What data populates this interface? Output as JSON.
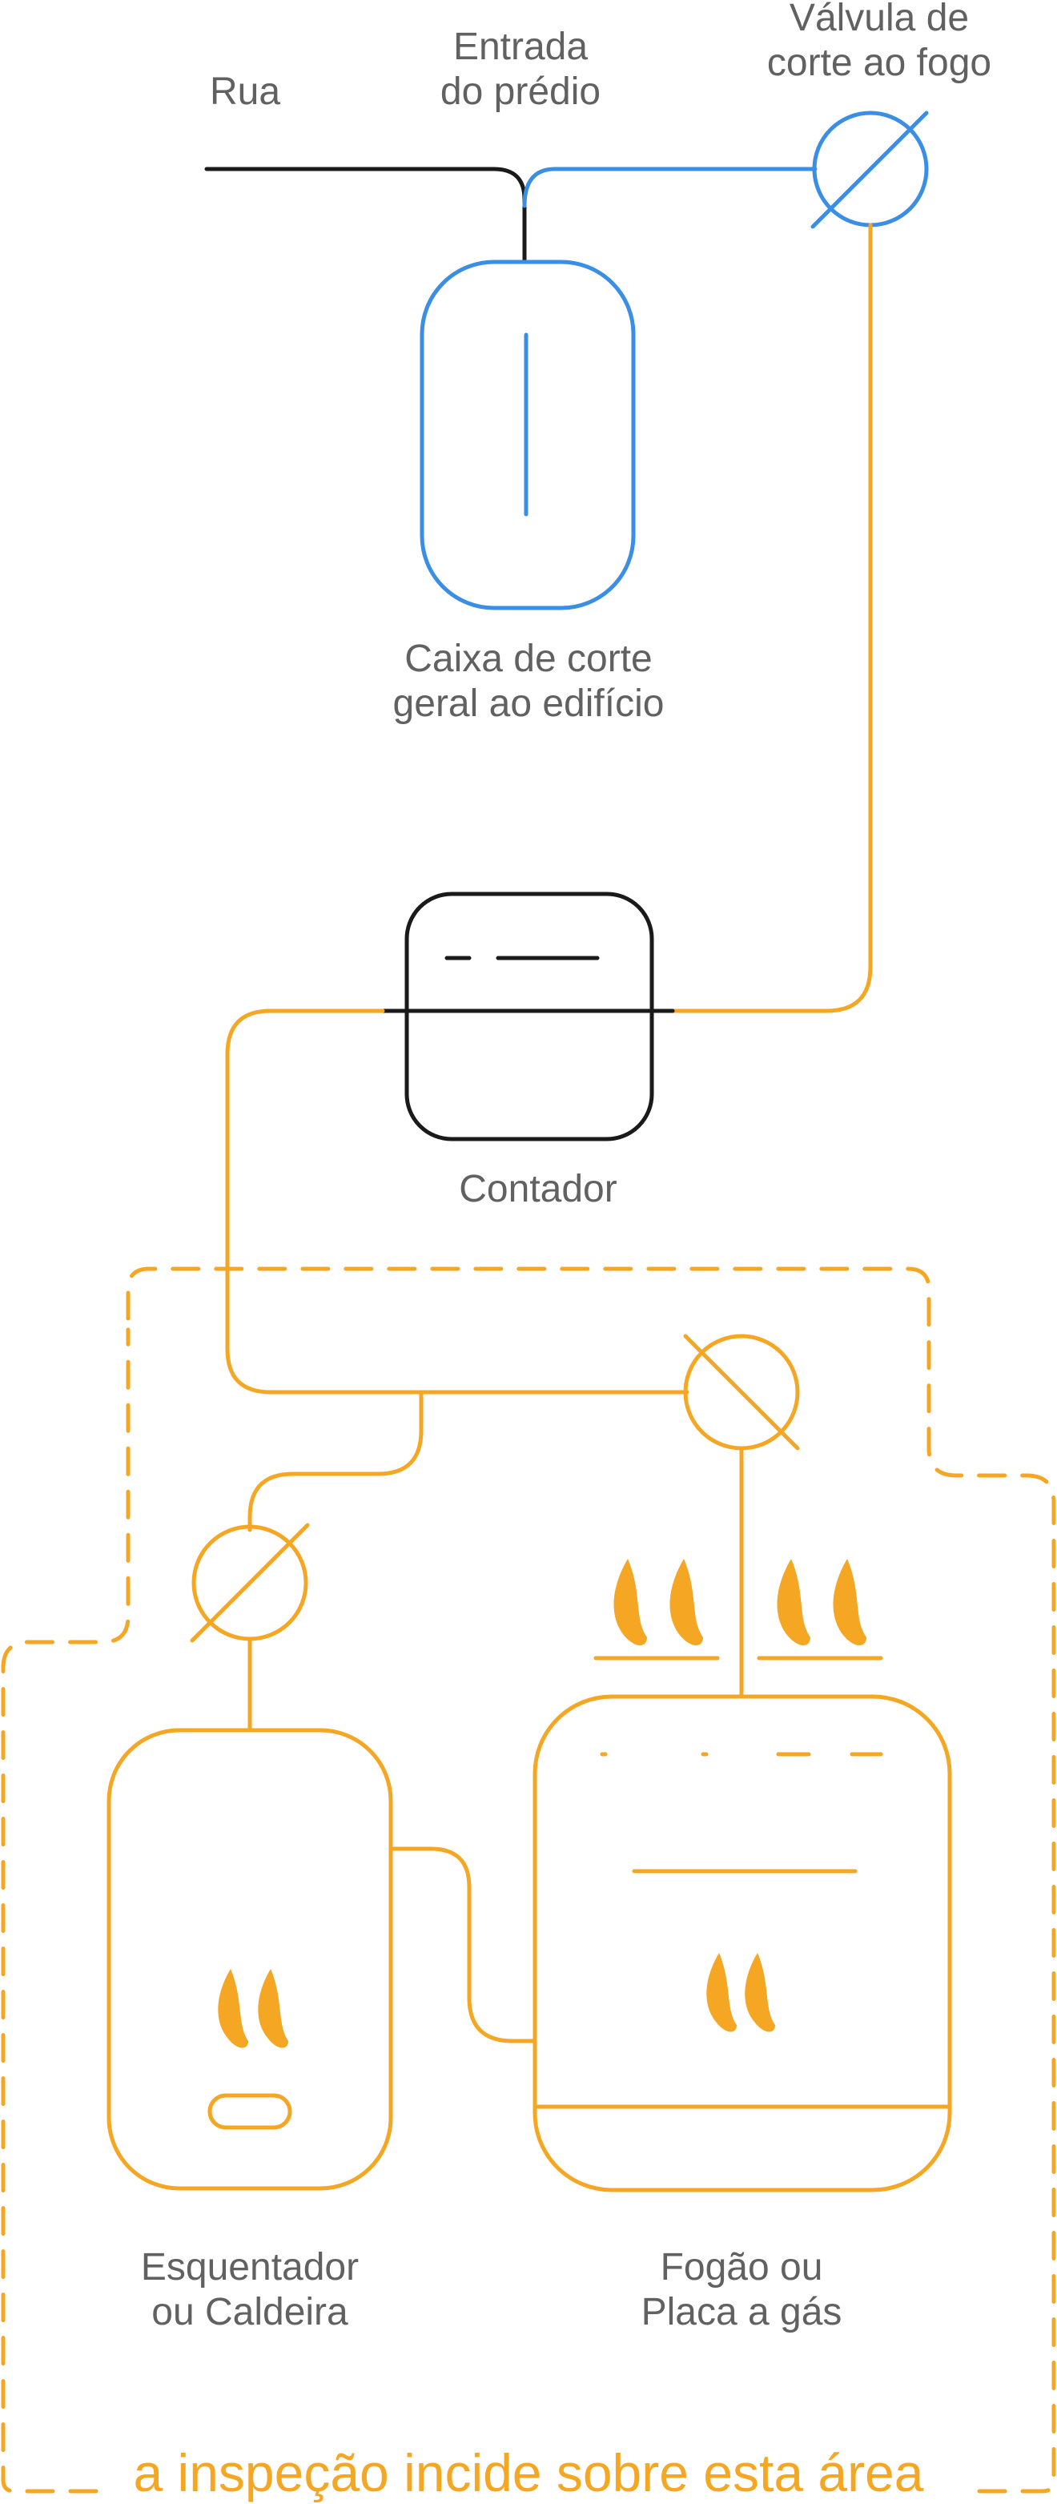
{
  "labels": {
    "rua": "Rua",
    "entrada_1": "Entrada",
    "entrada_2": "do prédio",
    "valvula_1": "Válvula de",
    "valvula_2": "corte ao fogo",
    "caixa_1": "Caixa de corte",
    "caixa_2": "geral ao edifício",
    "contador": "Contador",
    "esquentador_1": "Esquentador",
    "esquentador_2": "ou Caldeira",
    "fogao_1": "Fogão ou",
    "fogao_2": "Placa a gás",
    "inspection": "a inspeção incide sobre esta área"
  },
  "colors": {
    "gas_line": "#F5A623",
    "supply_line": "#3A8EE6",
    "street_line": "#1a1a1a",
    "label_text": "#616161",
    "inspection_text": "#F5A623"
  }
}
